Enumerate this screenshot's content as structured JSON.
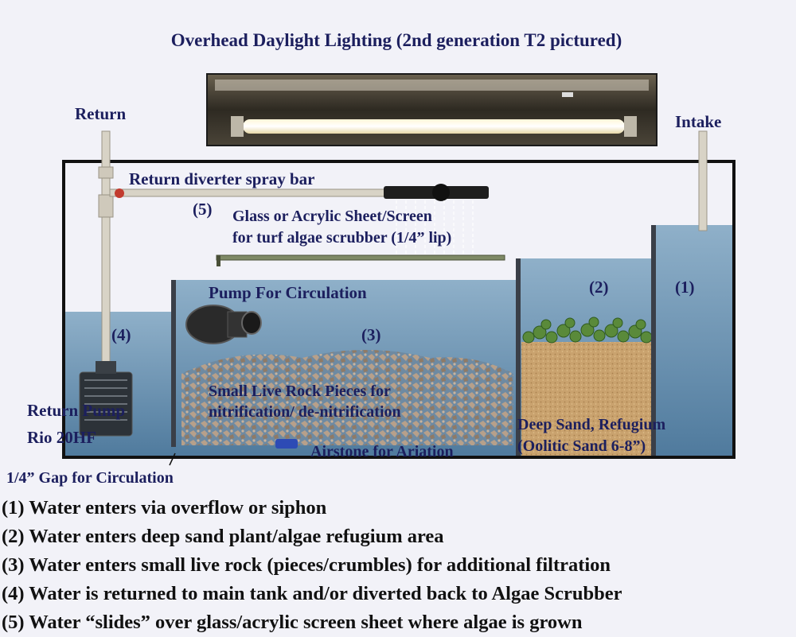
{
  "title": "Overhead Daylight Lighting (2nd generation T2 pictured)",
  "labels": {
    "return": "Return",
    "intake": "Intake",
    "diverter": "Return diverter spray bar",
    "marker5": "(5)",
    "screen_line1": "Glass or Acrylic Sheet/Screen",
    "screen_line2": "for turf algae scrubber (1/4” lip)",
    "circ_pump": "Pump For Circulation",
    "marker4": "(4)",
    "marker3": "(3)",
    "marker2": "(2)",
    "marker1": "(1)",
    "rock_line1": "Small Live Rock Pieces for",
    "rock_line2": "nitrification/ de-nitrification",
    "return_pump_line1": "Return Pump",
    "return_pump_line2": "Rio  20HF",
    "sand_line1": "Deep Sand, Refugium",
    "sand_line2": "(Oolitic Sand 6-8”)",
    "airstone": "Airstone for Ariation",
    "gap": "1/4” Gap for Circulation"
  },
  "legend": [
    "(1) Water enters via overflow or siphon",
    "(2) Water enters deep sand plant/algae refugium area",
    "(3) Water enters small live rock (pieces/crumbles) for additional filtration",
    "(4) Water is returned to main tank and/or diverted back to Algae Scrubber",
    "(5) Water “slides” over glass/acrylic screen sheet where algae is grown"
  ],
  "colors": {
    "label_text": "#1c1f5e",
    "water": "#5f88aa",
    "tank_frame": "#111111",
    "sand": "#c9a26e",
    "algae": "#5a8a3a"
  }
}
